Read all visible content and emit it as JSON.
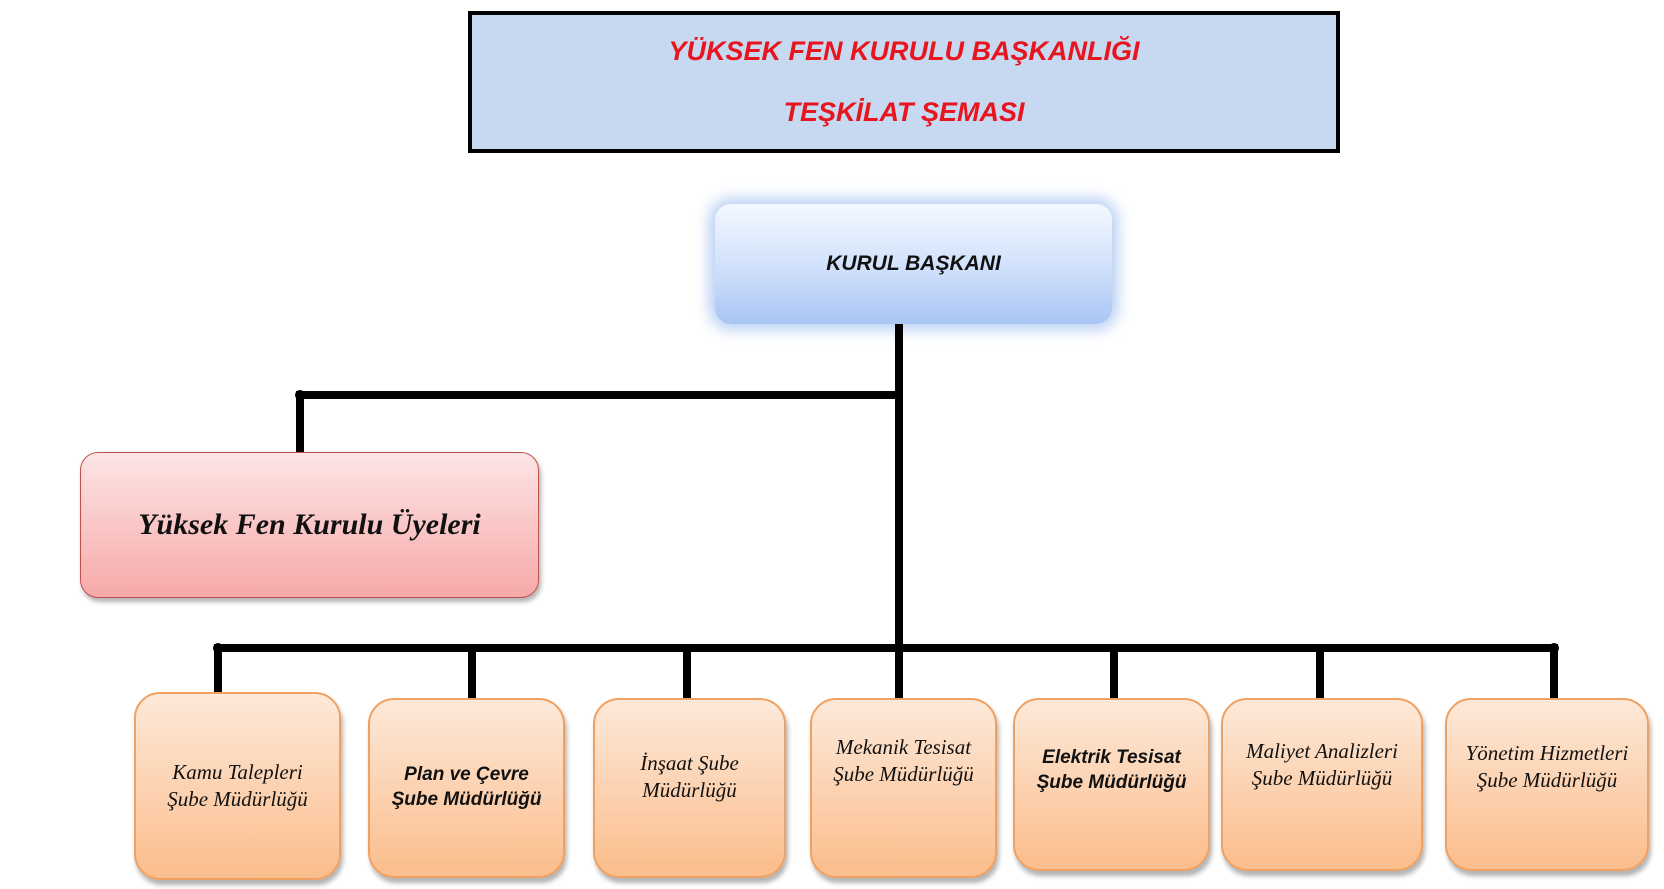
{
  "title": {
    "line1": "YÜKSEK FEN KURULU BAŞKANLIĞI",
    "line2": "TEŞKİLAT ŞEMASI"
  },
  "head": {
    "label": "KURUL BAŞKANI"
  },
  "members": {
    "label": "Yüksek Fen Kurulu Üyeleri"
  },
  "units": [
    {
      "label": "Kamu Talepleri Şube Müdürlüğü"
    },
    {
      "label": "Plan ve Çevre Şube Müdürlüğü"
    },
    {
      "label": "İnşaat Şube Müdürlüğü"
    },
    {
      "label": "Mekanik Tesisat Şube Müdürlüğü"
    },
    {
      "label": "Elektrik Tesisat Şube Müdürlüğü"
    },
    {
      "label": "Maliyet Analizleri Şube Müdürlüğü"
    },
    {
      "label": "Yönetim Hizmetleri Şube Müdürlüğü"
    }
  ],
  "colors": {
    "title_text": "#e8141e",
    "title_bg": "#c6d9f1",
    "unit_bg": "#fbbd8c",
    "members_bg": "#f7a9a9"
  }
}
